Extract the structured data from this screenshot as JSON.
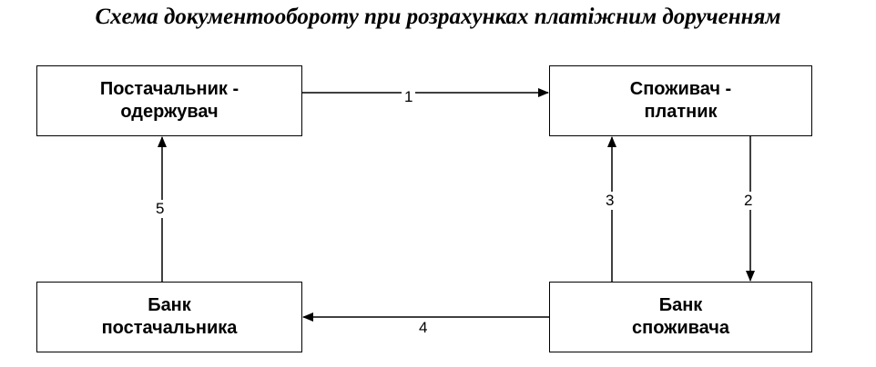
{
  "title": "Схема документообороту при розрахунках платіжним дорученням",
  "nodes": {
    "supplier": "Постачальник -\nодержувач",
    "consumer": "Споживач -\nплатник",
    "supplier_bank": "Банк\nпостачальника",
    "consumer_bank": "Банк\nспоживача"
  },
  "edges": {
    "e1": "1",
    "e2": "2",
    "e3": "3",
    "e4": "4",
    "e5": "5"
  }
}
